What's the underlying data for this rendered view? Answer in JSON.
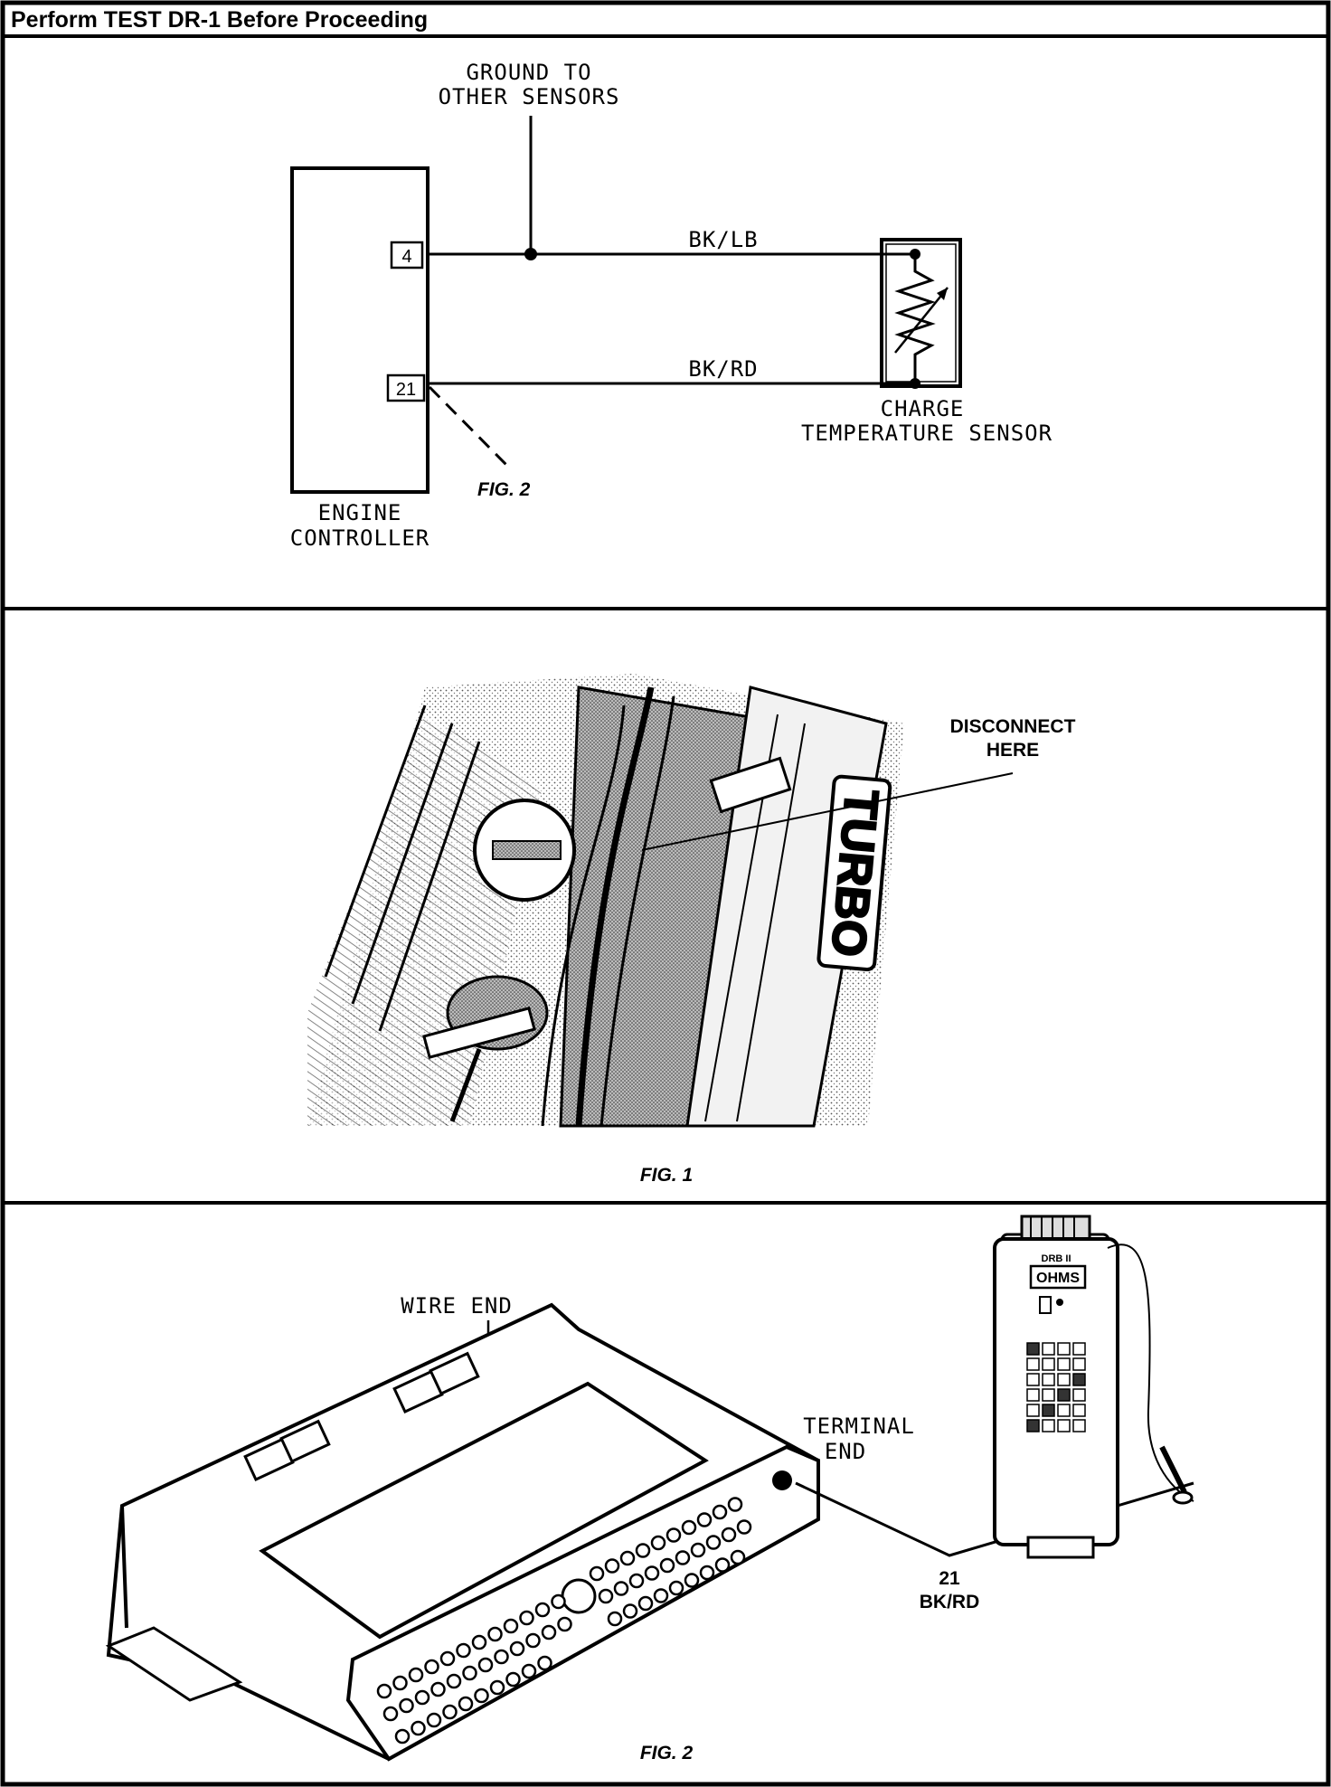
{
  "header": {
    "title": "Perform TEST DR-1 Before Proceeding"
  },
  "schematic": {
    "ground_line1": "GROUND TO",
    "ground_line2": "OTHER SENSORS",
    "pin_4": "4",
    "pin_21": "21",
    "wire_top": "BK/LB",
    "wire_bottom": "BK/RD",
    "sensor_line1": "CHARGE",
    "sensor_line2": "TEMPERATURE SENSOR",
    "controller_line1": "ENGINE",
    "controller_line2": "CONTROLLER",
    "fig_ref": "FIG. 2"
  },
  "figure1": {
    "callout_line1": "DISCONNECT",
    "callout_line2": "HERE",
    "caption": "FIG. 1"
  },
  "figure2": {
    "wire_end": "WIRE END",
    "terminal_line1": "TERMINAL",
    "terminal_line2": "END",
    "probe_pin": "21",
    "probe_wire": "BK/RD",
    "meter_brand": "DRB II",
    "meter_mode": "OHMS",
    "caption": "FIG. 2"
  }
}
